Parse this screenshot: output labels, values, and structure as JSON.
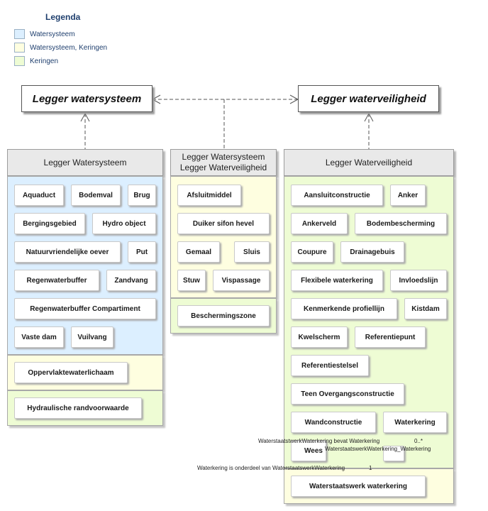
{
  "legend": {
    "title": "Legenda",
    "items": [
      {
        "label": "Watersysteem",
        "color": "#dcefff"
      },
      {
        "label": "Watersysteem, Keringen",
        "color": "#fefee0"
      },
      {
        "label": "Keringen",
        "color": "#eefcd4"
      }
    ]
  },
  "abstract": {
    "left": "Legger watersysteem",
    "right": "Legger waterveiligheid"
  },
  "pkg_ws": {
    "title": "Legger Watersysteem",
    "classes": [
      "Aquaduct",
      "Bodemval",
      "Brug",
      "Bergingsgebied",
      "Hydro object",
      "Natuurvriendelijke oever",
      "Put",
      "Regenwaterbuffer",
      "Zandvang",
      "Regenwaterbuffer Compartiment",
      "Vaste dam",
      "Vuilvang"
    ],
    "yellow_class": "Oppervlaktewaterlichaam",
    "green_class": "Hydraulische randvoorwaarde"
  },
  "pkg_both": {
    "title_line1": "Legger Watersysteem",
    "title_line2": "Legger Waterveiligheid",
    "classes": [
      "Afsluitmiddel",
      "Duiker sifon hevel",
      "Gemaal",
      "Sluis",
      "Stuw",
      "Vispassage"
    ],
    "green_class": "Beschermingszone"
  },
  "pkg_wv": {
    "title": "Legger Waterveiligheid",
    "classes": [
      "Aansluitconstructie",
      "Anker",
      "Ankerveld",
      "Bodembescherming",
      "Coupure",
      "Drainagebuis",
      "Flexibele waterkering",
      "Invloedslijn",
      "Kenmerkende profiellijn",
      "Kistdam",
      "Kwelscherm",
      "Referentiepunt",
      "Referentiestelsel",
      "Teen Overgangsconstructie",
      "Wandconstructie",
      "Waterkering",
      "Wees"
    ],
    "yellow_class": "Waterstaatswerk waterkering"
  },
  "associations": {
    "contains": "WaterstaatstwerkWaterkering bevat Waterkering",
    "contains_mult": "0..*",
    "role": "WaterstaatswerkWaterkering_Waterkering",
    "part_of": "Waterkering is onderdeel van WaterstaatswerkWaterkering",
    "part_of_mult": "1"
  }
}
